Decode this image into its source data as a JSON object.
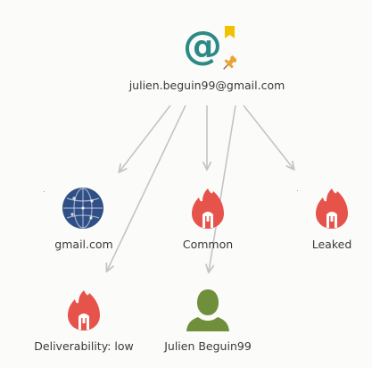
{
  "graph": {
    "root": {
      "label": "julien.beguin99@gmail.com",
      "icon": "at-sign-icon",
      "badges": [
        "bookmark-icon",
        "pin-icon"
      ]
    },
    "nodes": [
      {
        "key": "domain",
        "label": "gmail.com",
        "icon": "globe-icon"
      },
      {
        "key": "common",
        "label": "Common",
        "icon": "flame-icon"
      },
      {
        "key": "leaked",
        "label": "Leaked",
        "icon": "flame-icon"
      },
      {
        "key": "deliverability",
        "label": "Deliverability: low",
        "icon": "flame-icon"
      },
      {
        "key": "person",
        "label": "Julien Beguin99",
        "icon": "person-icon"
      }
    ]
  },
  "colors": {
    "background": "#fbfbfa",
    "edge": "#c4c4c4",
    "at_icon": "#2b8a85",
    "flame": "#e5534b",
    "globe": "#2f4f86",
    "person": "#6f8f3a",
    "bookmark": "#f2c200",
    "pin": "#e8a33a"
  }
}
